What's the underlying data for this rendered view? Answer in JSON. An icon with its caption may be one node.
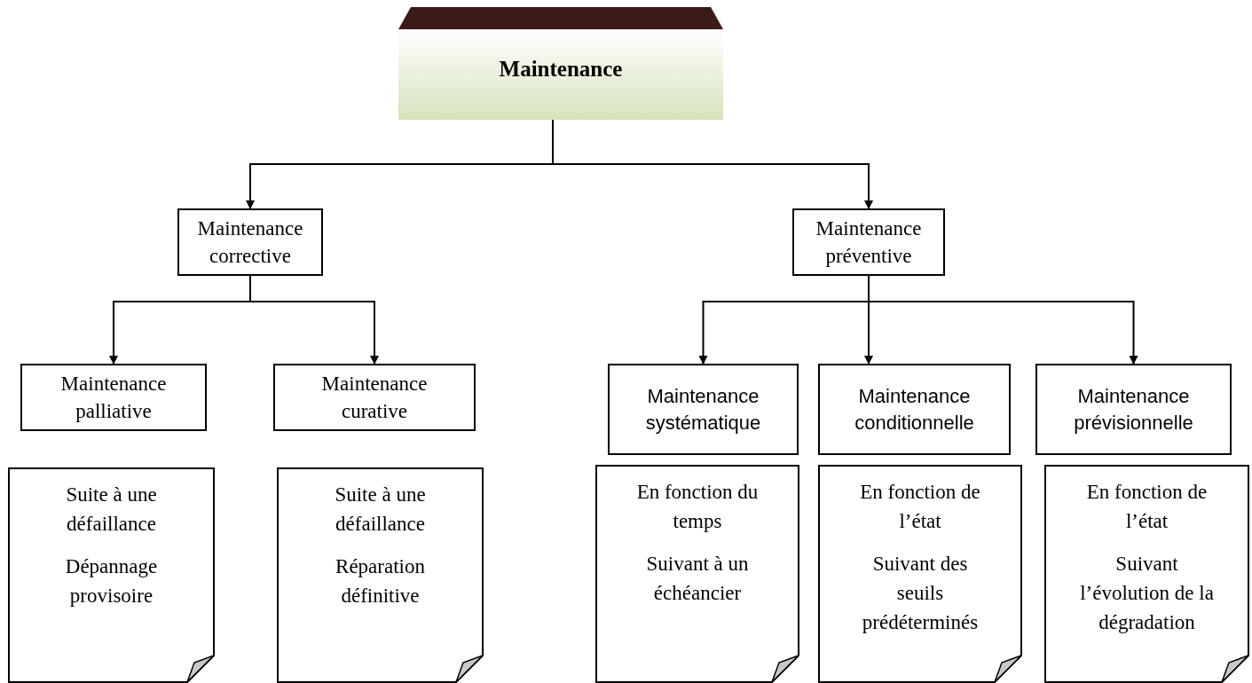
{
  "diagram": {
    "nodes": [
      {
        "text": [
          "Maintenance"
        ]
      },
      {
        "text": [
          "Maintenance corrective"
        ]
      },
      {
        "text": [
          "Maintenance préventive"
        ]
      },
      {
        "text": [
          "Maintenance palliative"
        ]
      },
      {
        "text": [
          "Maintenance curative"
        ]
      },
      {
        "text": [
          "Maintenance systématique"
        ]
      },
      {
        "text": [
          "Maintenance conditionnelle"
        ]
      },
      {
        "text": [
          "Maintenance prévisionnelle"
        ]
      },
      {
        "text": [
          "Suite à une défaillance",
          "Dépannage provisoire"
        ]
      },
      {
        "text": [
          "Suite à une défaillance",
          "Réparation définitive"
        ]
      },
      {
        "text": [
          "En fonction du temps",
          "Suivant à un échéancier"
        ]
      },
      {
        "text": [
          "En fonction de l’état",
          "Suivant des seuils prédéterminés"
        ]
      },
      {
        "text": [
          "En fonction de l’état",
          "Suivant l’évolution de la dégradation"
        ]
      }
    ],
    "edges": [
      {
        "from": 0,
        "to": 1,
        "arrow": "to"
      },
      {
        "from": 0,
        "to": 2,
        "arrow": "to"
      },
      {
        "from": 1,
        "to": 3,
        "arrow": "to"
      },
      {
        "from": 1,
        "to": 4,
        "arrow": "to"
      },
      {
        "from": 2,
        "to": 5,
        "arrow": "to"
      },
      {
        "from": 2,
        "to": 6,
        "arrow": "to"
      },
      {
        "from": 2,
        "to": 7,
        "arrow": "to"
      }
    ]
  }
}
